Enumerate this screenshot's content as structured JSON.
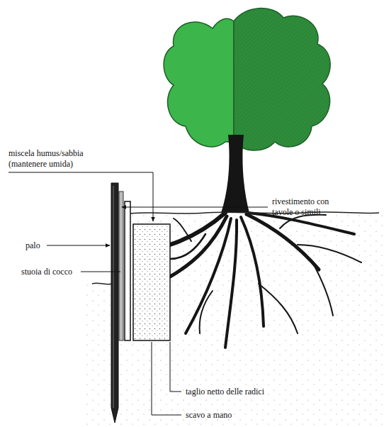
{
  "diagram": {
    "labels": [
      "miscela humus/sabbia (mantenere umida)",
      "rivestimento con tavole o simili",
      "palo",
      "stuoia di cocco",
      "taglio netto delle radici",
      "scavo a mano"
    ]
  }
}
